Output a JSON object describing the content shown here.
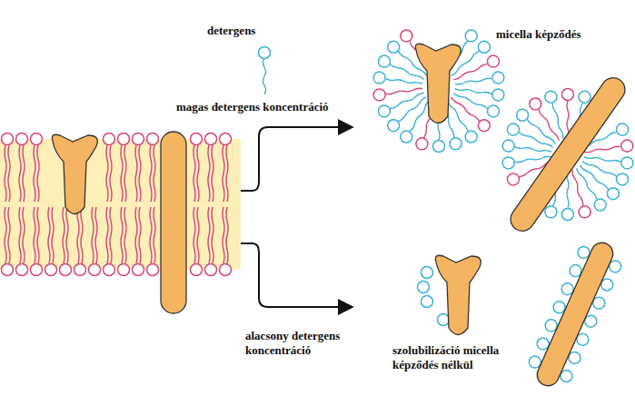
{
  "diagram": {
    "labels": [
      "detergens",
      "magas detergens koncentráció",
      "micella képződés",
      "alacsony detergens koncentráció",
      "szolubilizáció micella képződés nélkül"
    ]
  }
}
